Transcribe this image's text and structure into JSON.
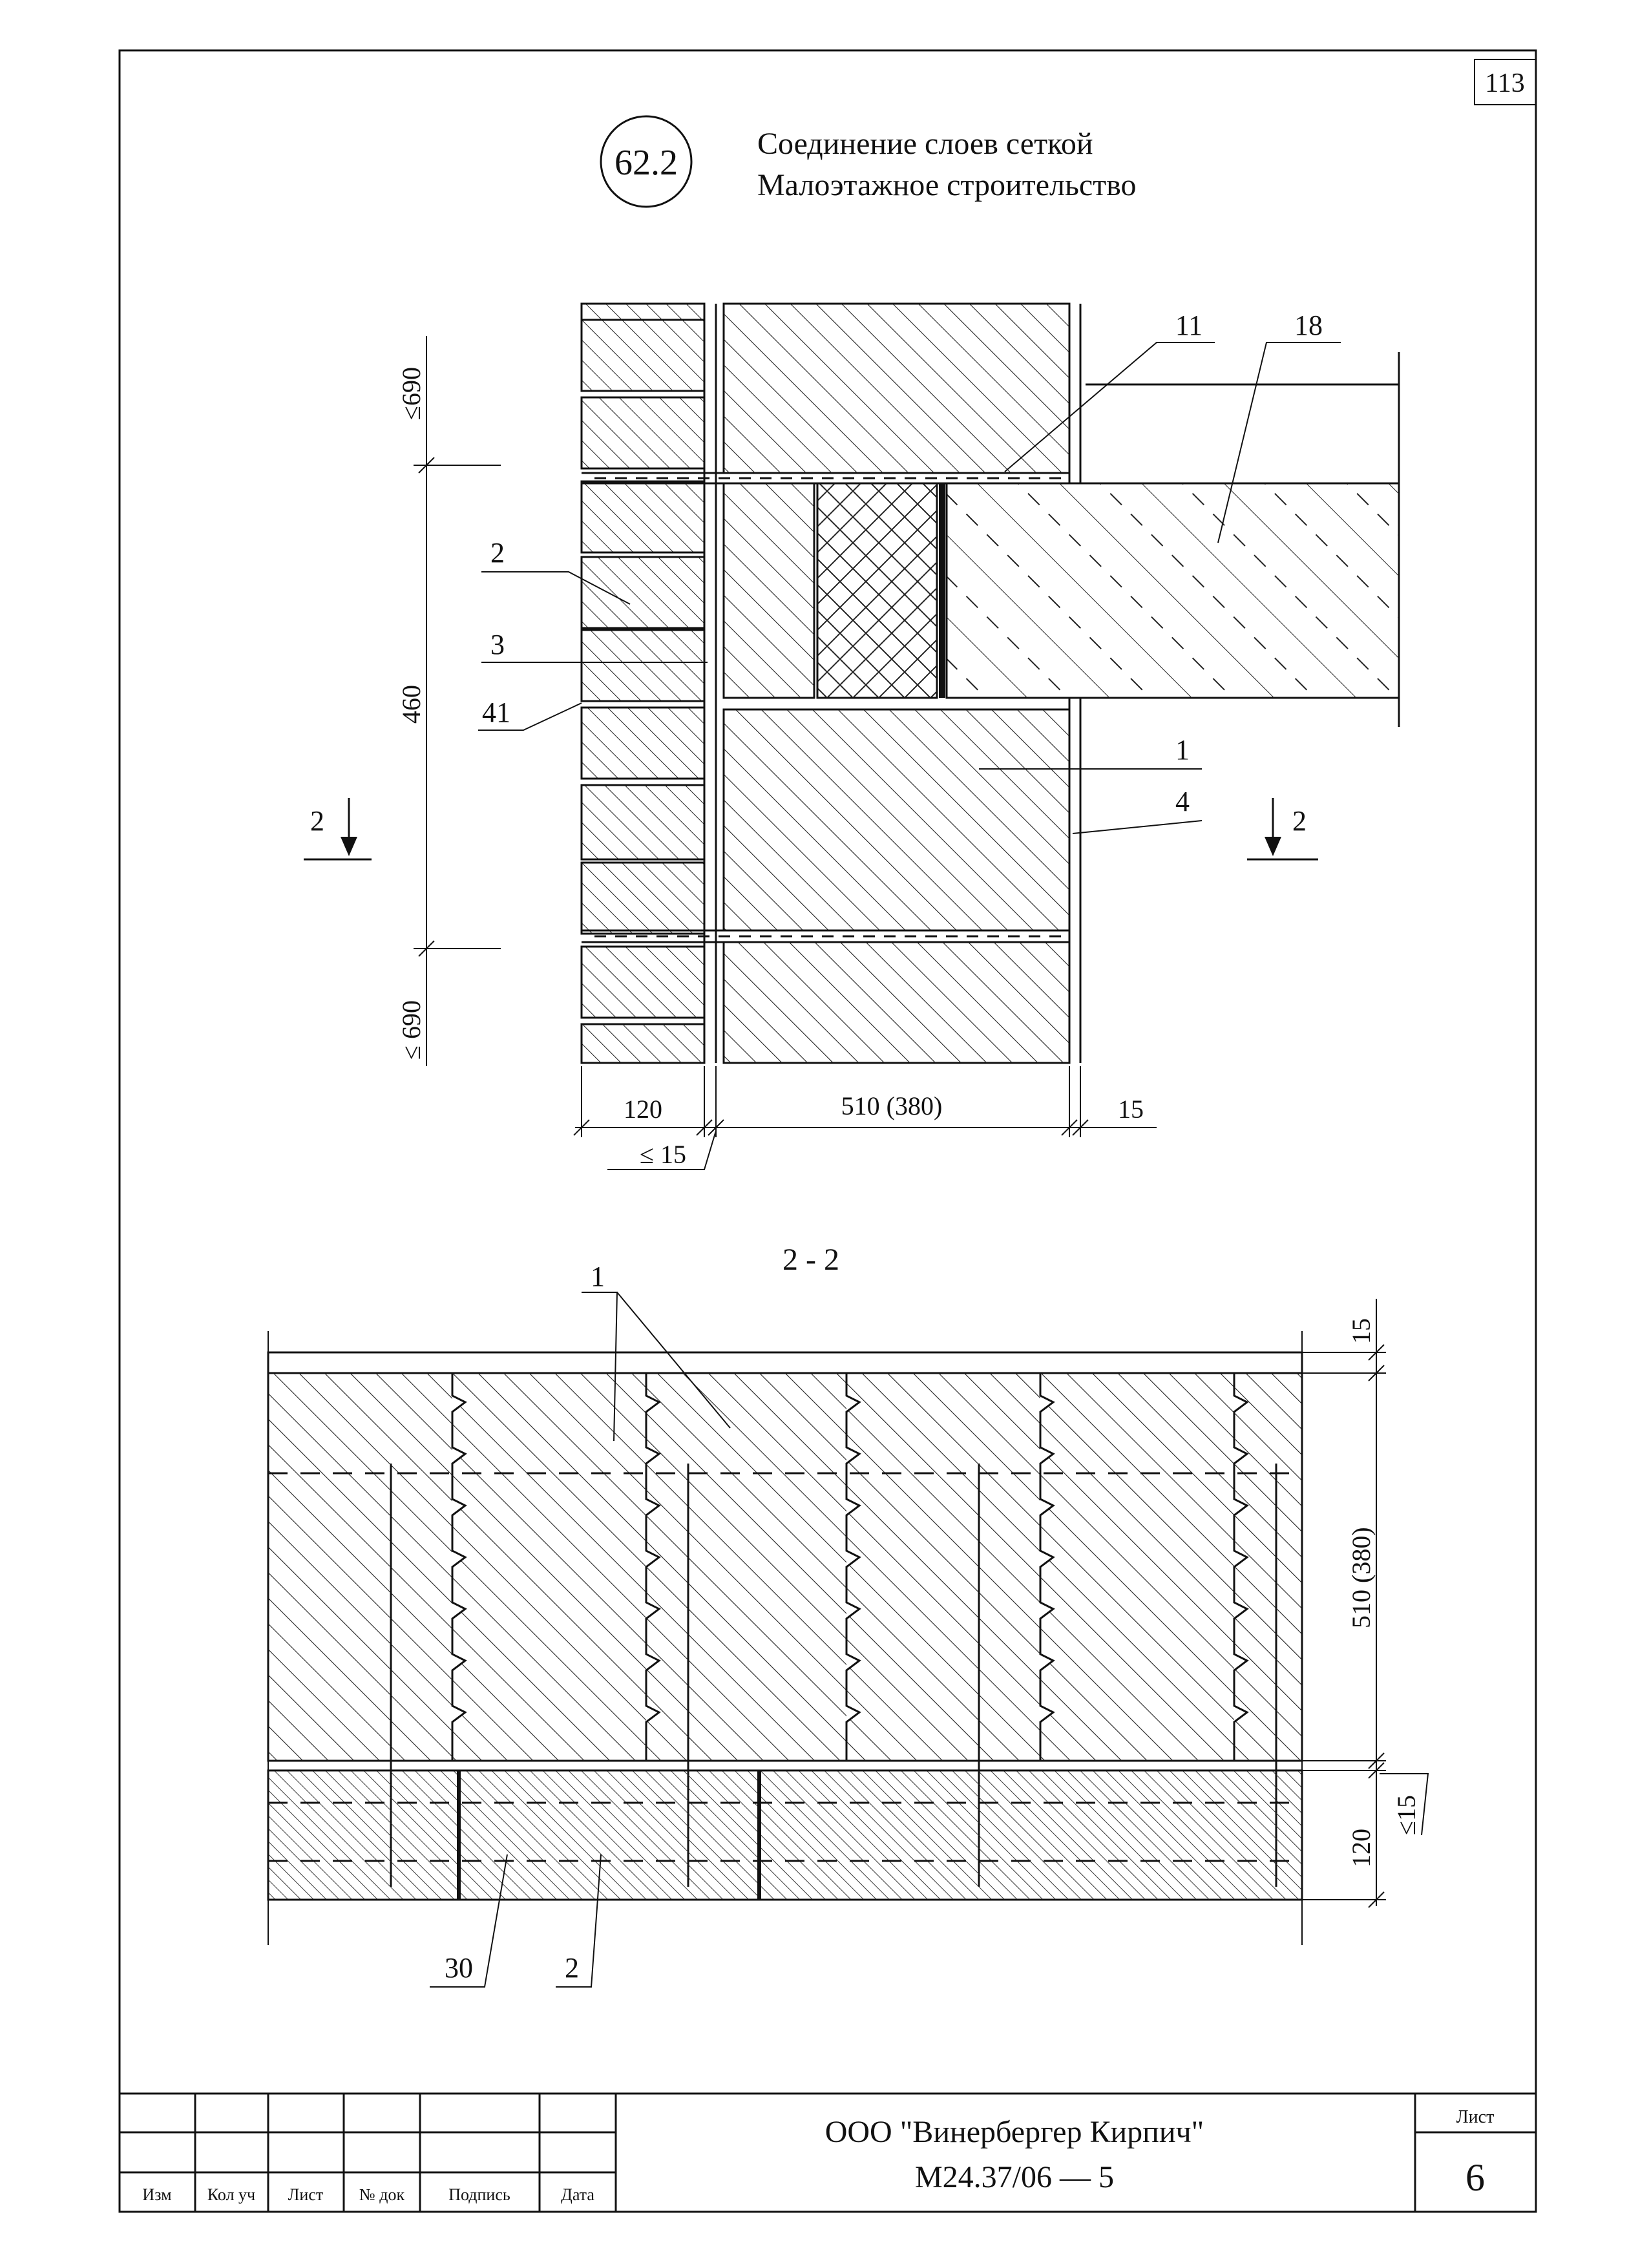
{
  "page_number": "113",
  "detail_number": "62.2",
  "title_line1": "Соединение слоев сеткой",
  "title_line2": "Малоэтажное строительство",
  "section_label": "2 - 2",
  "section_mark": "2",
  "callouts": {
    "c1": "1",
    "c2": "2",
    "c3": "3",
    "c4": "4",
    "c11": "11",
    "c18": "18",
    "c30": "30",
    "c41": "41"
  },
  "dims": {
    "le690_top": "≤690",
    "d460": "460",
    "le690_bottom": "≤ 690",
    "d120": "120",
    "d510": "510 (380)",
    "d15": "15",
    "le15": "≤ 15",
    "sec_d15": "15",
    "sec_d510": "510 (380)",
    "sec_d120": "120",
    "sec_le15": "≤15"
  },
  "stamp": {
    "company": "ООО \"Винербергер Кирпич\"",
    "doc_code": "М24.37/06 — 5",
    "sheet_label": "Лист",
    "sheet_value": "6",
    "cols": [
      "Изм",
      "Кол уч",
      "Лист",
      "№ док",
      "Подпись",
      "Дата"
    ]
  }
}
